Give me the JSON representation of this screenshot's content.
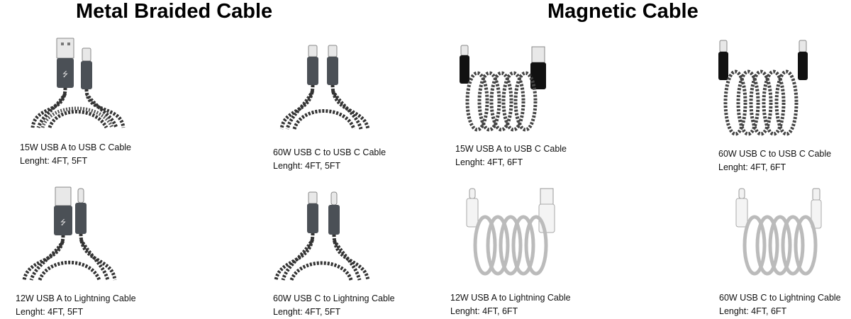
{
  "headings": {
    "braided": "Metal Braided Cable",
    "magnetic": "Magnetic Cable"
  },
  "products": [
    {
      "title": "15W USB A to USB C Cable",
      "length": "Lenght: 4FT, 5FT",
      "style": "braided",
      "ends": "usb-a|usb-c"
    },
    {
      "title": "60W USB C to USB C Cable",
      "length": "Lenght: 4FT, 5FT",
      "style": "braided",
      "ends": "usb-c|usb-c"
    },
    {
      "title": "15W USB A to USB C Cable",
      "length": "Lenght: 4FT, 6FT",
      "style": "magnetic-black",
      "ends": "usb-c|usb-a"
    },
    {
      "title": "60W USB C to USB C Cable",
      "length": "Lenght: 4FT, 6FT",
      "style": "magnetic-black",
      "ends": "usb-c|usb-c"
    },
    {
      "title": "12W USB A to Lightning Cable",
      "length": "Lenght: 4FT, 5FT",
      "style": "braided",
      "ends": "usb-a|lightning"
    },
    {
      "title": "60W USB C to Lightning Cable",
      "length": "Lenght: 4FT, 5FT",
      "style": "braided",
      "ends": "usb-c|lightning"
    },
    {
      "title": "12W USB A to Lightning Cable",
      "length": "Lenght: 4FT, 6FT",
      "style": "magnetic-white",
      "ends": "lightning|usb-a"
    },
    {
      "title": "60W USB C to Lightning Cable",
      "length": "Lenght: 4FT, 6FT",
      "style": "magnetic-white",
      "ends": "lightning|usb-c"
    }
  ]
}
